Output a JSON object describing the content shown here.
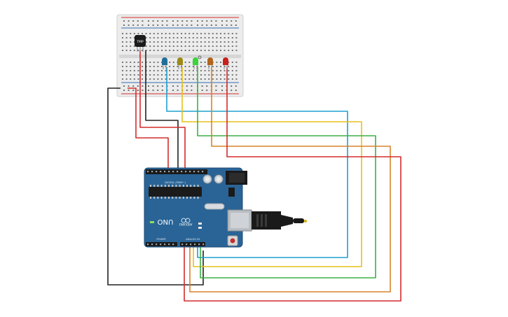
{
  "colors": {
    "board_blue": "#2a6496",
    "wire_black": "#222222",
    "wire_red": "#d42b2b",
    "wire_blue": "#1ea0d0",
    "wire_yellow": "#e8c11a",
    "wire_green": "#3bb143",
    "wire_orange": "#d9822b",
    "breadboard": "#ececec",
    "rail_red": "#d42b2b",
    "rail_blue": "#2f6fb5"
  },
  "components": {
    "sensor": {
      "label": "TMP",
      "icon": "tmp36-sensor-icon"
    },
    "leds": [
      {
        "name": "led-blue",
        "color": "#1f6f9a"
      },
      {
        "name": "led-yellow",
        "color": "#9c8a16"
      },
      {
        "name": "led-green",
        "color": "#3bd43b"
      },
      {
        "name": "led-orange",
        "color": "#b0641c"
      },
      {
        "name": "led-red",
        "color": "#c9201c"
      }
    ],
    "arduino": {
      "logo_text": "UNO",
      "brand_text": "ARDUINO",
      "power_label": "POWER",
      "analog_label": "ANALOG IN",
      "digital_label": "DIGITAL (PWM~)"
    }
  }
}
